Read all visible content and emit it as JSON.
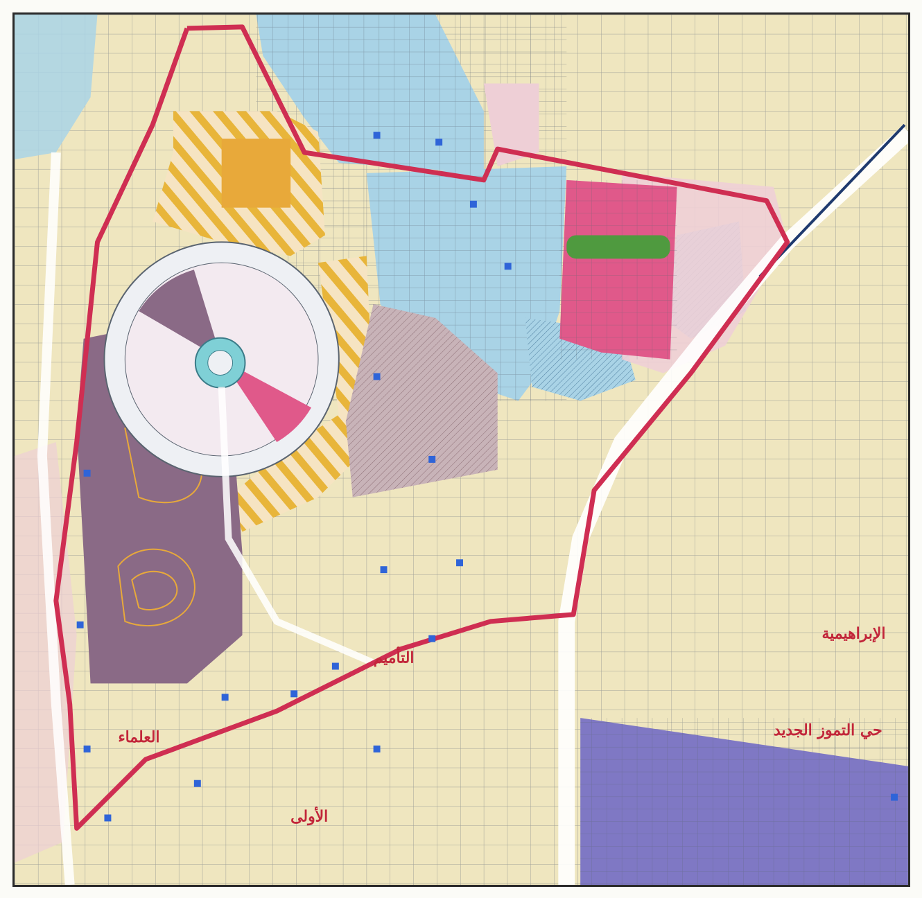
{
  "map": {
    "district_labels": [
      "الإبراهيمية",
      "حي التموز الجديد",
      "العلماء",
      "التأميم",
      "الأولى"
    ],
    "colors": {
      "residential_beige": "#efe6bf",
      "parcel_lines": "#5a6470",
      "blue_zone": "#a9d3e6",
      "pink_zone": "#e0598a",
      "light_pink": "#eecfd6",
      "purple_zone": "#8a6a86",
      "violet_zone": "#7f78c4",
      "yellow_hatch": "#e8b53a",
      "green_strip": "#4f9a3f",
      "boundary_red": "#cf2e52",
      "roundabout_cyan": "#7fd0d6",
      "blue_marker": "#2f64d8",
      "rail_navy": "#1f3a6e"
    }
  }
}
